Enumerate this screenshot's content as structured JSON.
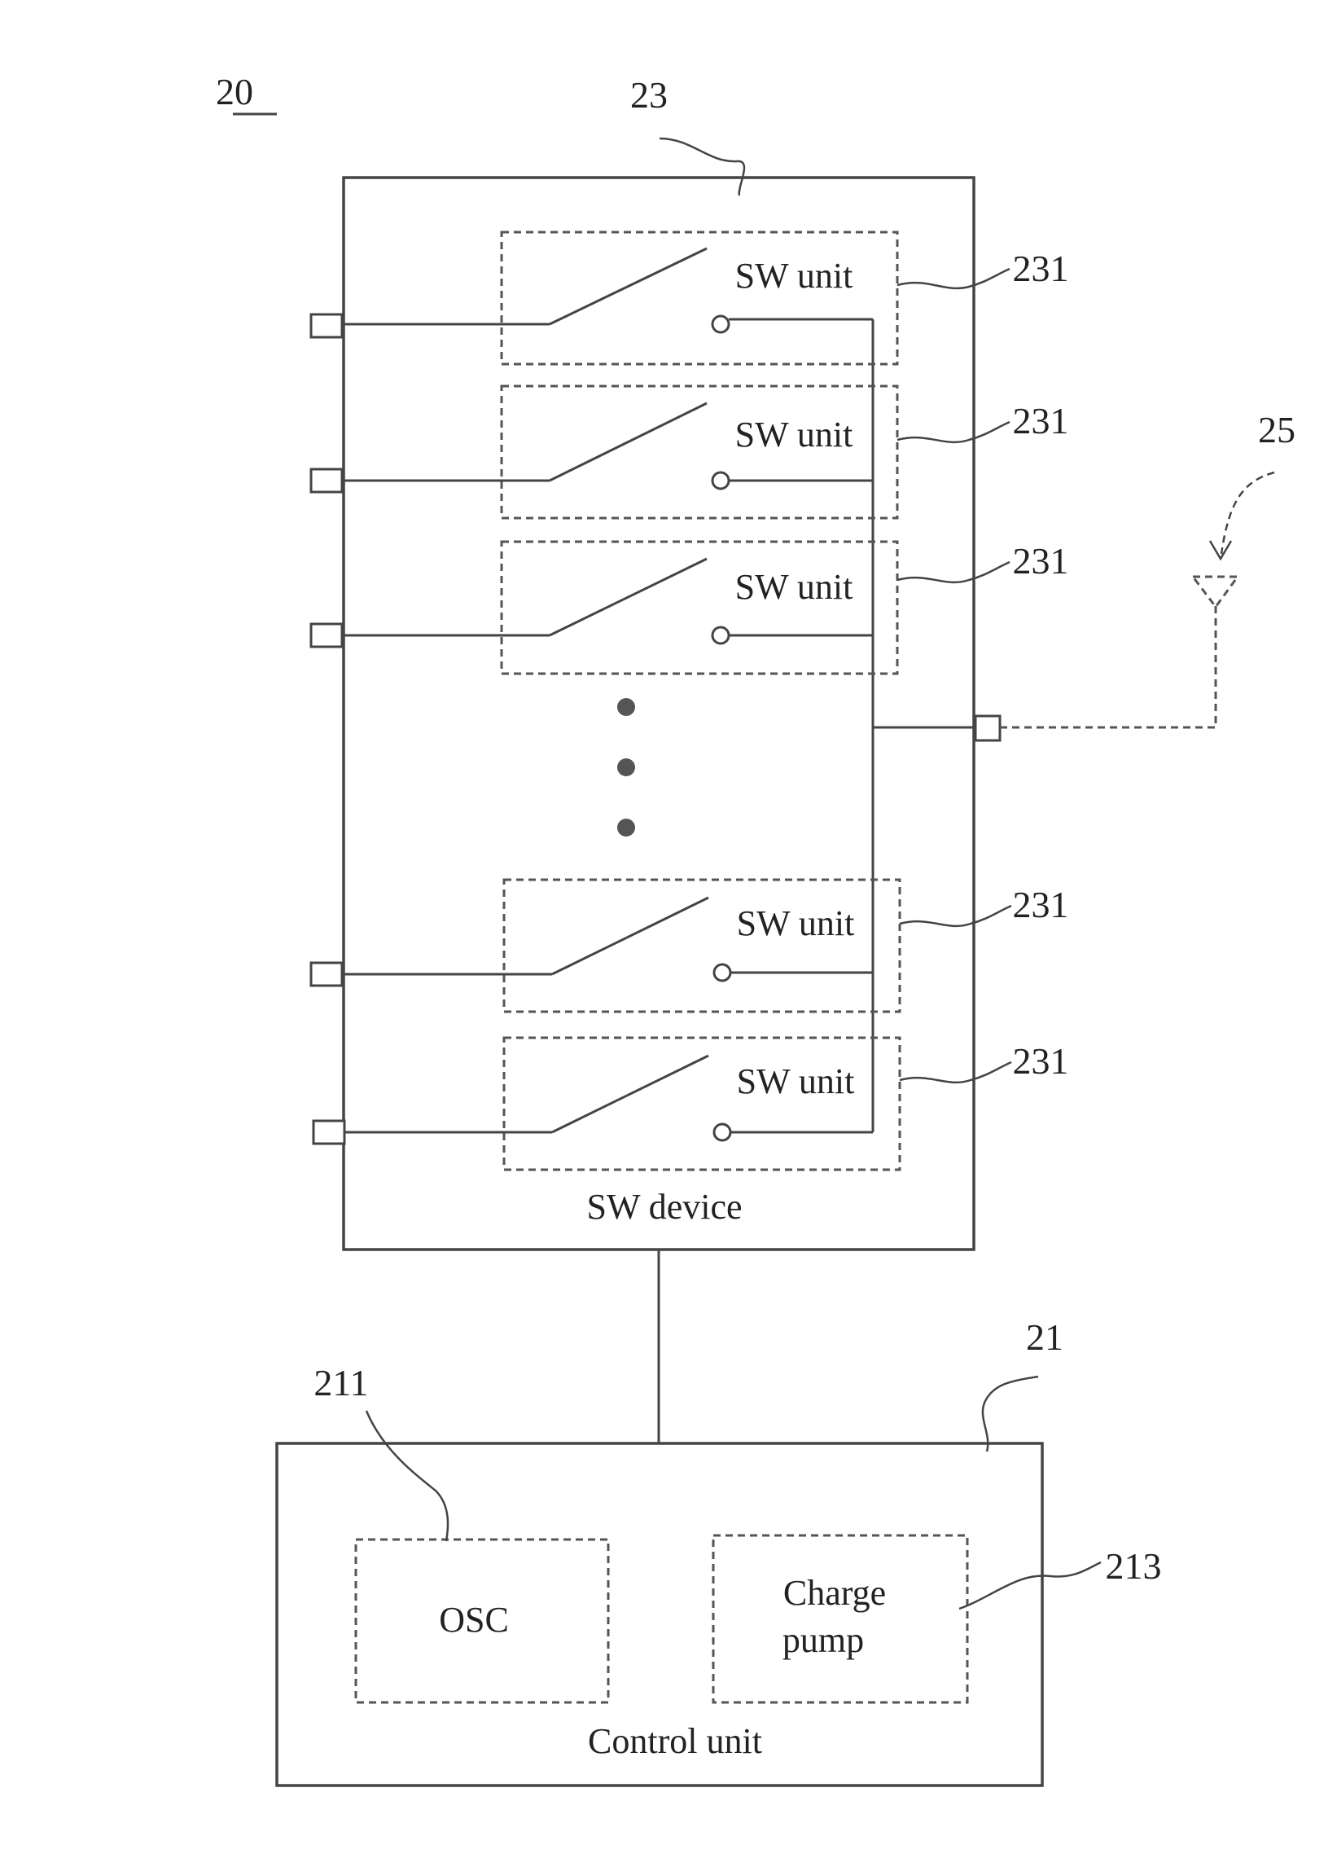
{
  "figure": {
    "ref_number": "20",
    "sw_device": {
      "ref": "23",
      "label": "SW device",
      "units": [
        {
          "label": "SW unit",
          "ref": "231"
        },
        {
          "label": "SW unit",
          "ref": "231"
        },
        {
          "label": "SW unit",
          "ref": "231"
        },
        {
          "label": "SW unit",
          "ref": "231"
        },
        {
          "label": "SW unit",
          "ref": "231"
        }
      ]
    },
    "antenna": {
      "ref": "25"
    },
    "control_unit": {
      "ref": "21",
      "label": "Control unit",
      "osc": {
        "ref": "211",
        "label": "OSC"
      },
      "charge_pump": {
        "ref": "213",
        "label_line1": "Charge",
        "label_line2": "pump"
      }
    }
  }
}
